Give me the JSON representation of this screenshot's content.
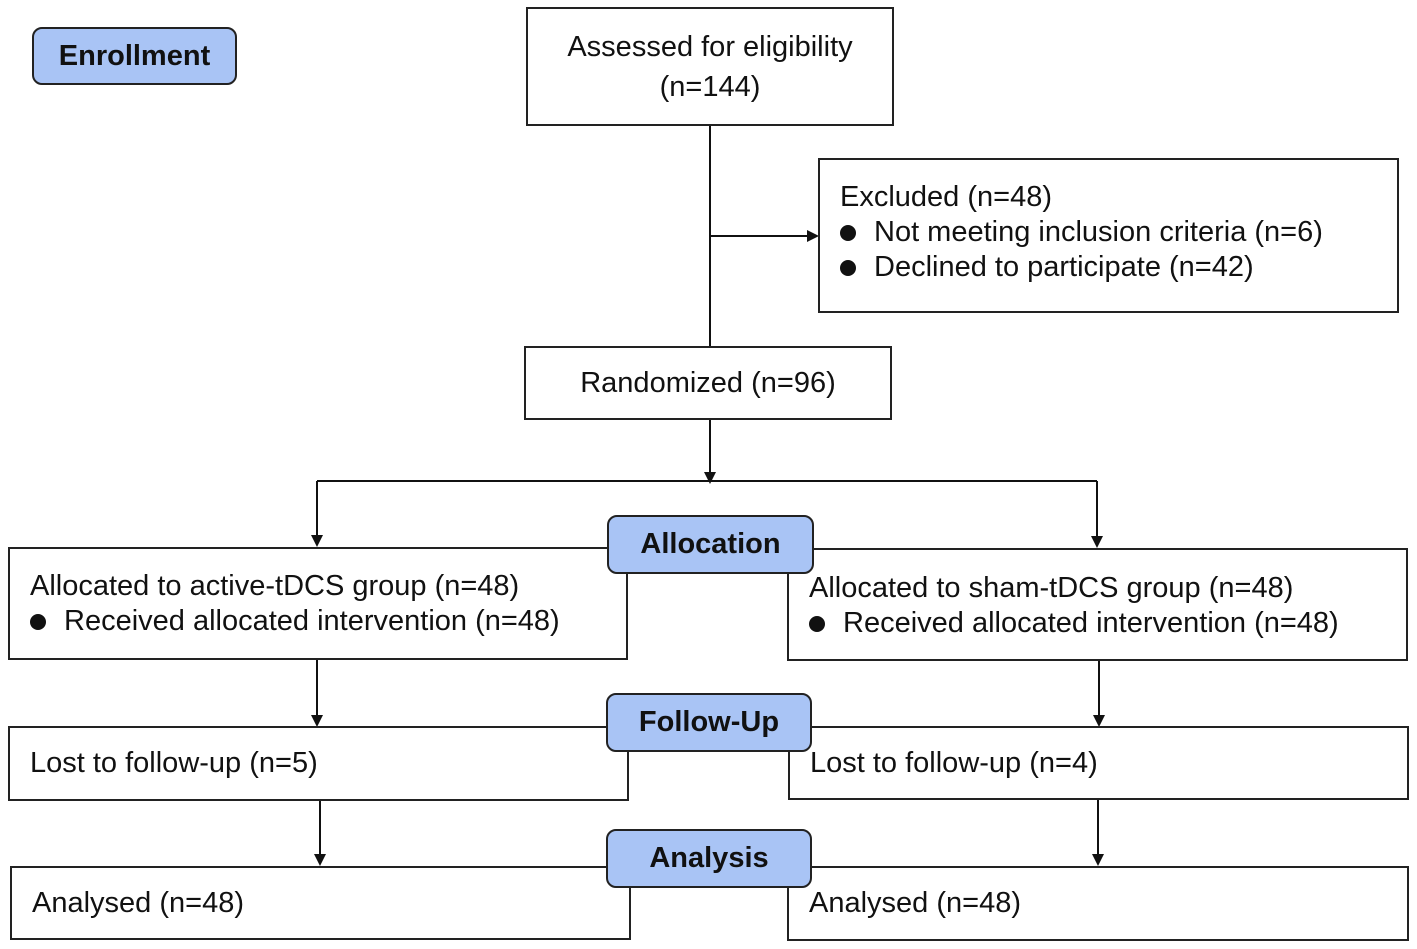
{
  "stages": {
    "enrollment": "Enrollment",
    "allocation": "Allocation",
    "follow_up": "Follow-Up",
    "analysis": "Analysis"
  },
  "assessed": {
    "line1": "Assessed for eligibility",
    "line2": "(n=144)"
  },
  "excluded": {
    "title": "Excluded (n=48)",
    "items": [
      "Not meeting inclusion criteria (n=6)",
      "Declined to participate (n=42)"
    ]
  },
  "randomized": "Randomized (n=96)",
  "active_group": {
    "allocated": "Allocated to active-tDCS group (n=48)",
    "received": "Received allocated intervention (n=48)",
    "lost": "Lost to follow-up (n=5)",
    "analysed": "Analysed (n=48)"
  },
  "sham_group": {
    "allocated": "Allocated to sham-tDCS group (n=48)",
    "received": "Received allocated intervention (n=48)",
    "lost": "Lost to follow-up (n=4)",
    "analysed": "Analysed (n=48)"
  },
  "colors": {
    "stage_fill": "#a9c4f5",
    "border": "#222222"
  }
}
